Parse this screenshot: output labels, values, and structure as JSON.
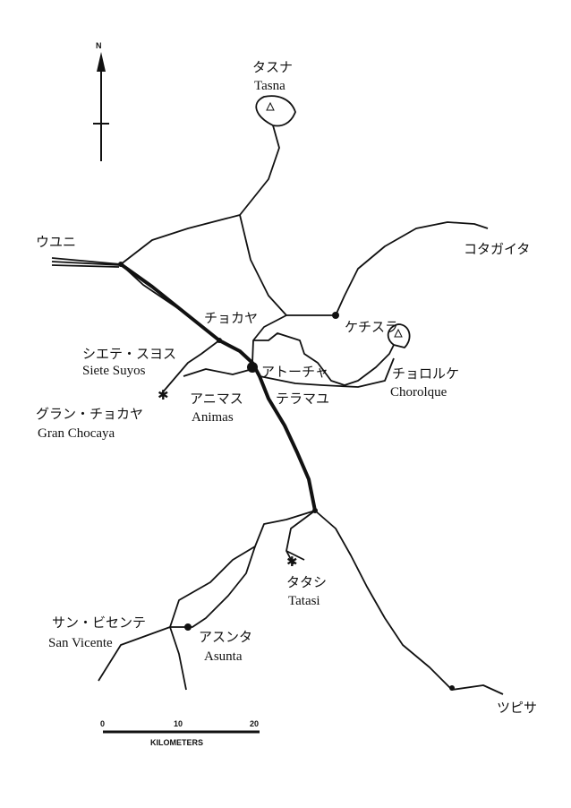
{
  "map": {
    "north_label": "N",
    "places": [
      {
        "id": "tasna",
        "jp": "タスナ",
        "en": "Tasna"
      },
      {
        "id": "uyuni",
        "jp": "ウユニ",
        "en": ""
      },
      {
        "id": "cotagaita",
        "jp": "コタガイタ",
        "en": ""
      },
      {
        "id": "chocaya",
        "jp": "チョカヤ",
        "en": ""
      },
      {
        "id": "quechisla",
        "jp": "ケチスラ",
        "en": ""
      },
      {
        "id": "siete-suyos",
        "jp": "シエテ・スヨス",
        "en": "Siete Suyos"
      },
      {
        "id": "atocha",
        "jp": "アトーチャ",
        "en": ""
      },
      {
        "id": "chorolque",
        "jp": "チョロルケ",
        "en": "Chorolque"
      },
      {
        "id": "gran-chocaya",
        "jp": "グラン・チョカヤ",
        "en": "Gran Chocaya"
      },
      {
        "id": "animas",
        "jp": "アニマス",
        "en": "Animas"
      },
      {
        "id": "telamayu",
        "jp": "テラマユ",
        "en": ""
      },
      {
        "id": "tatasi",
        "jp": "タタシ",
        "en": "Tatasi"
      },
      {
        "id": "san-vicente",
        "jp": "サン・ビセンテ",
        "en": "San Vicente"
      },
      {
        "id": "asunta",
        "jp": "アスンタ",
        "en": "Asunta"
      },
      {
        "id": "tupiza",
        "jp": "ツピサ",
        "en": ""
      }
    ],
    "scale": {
      "ticks": [
        "0",
        "10",
        "20"
      ],
      "unit": "KILOMETERS"
    }
  }
}
